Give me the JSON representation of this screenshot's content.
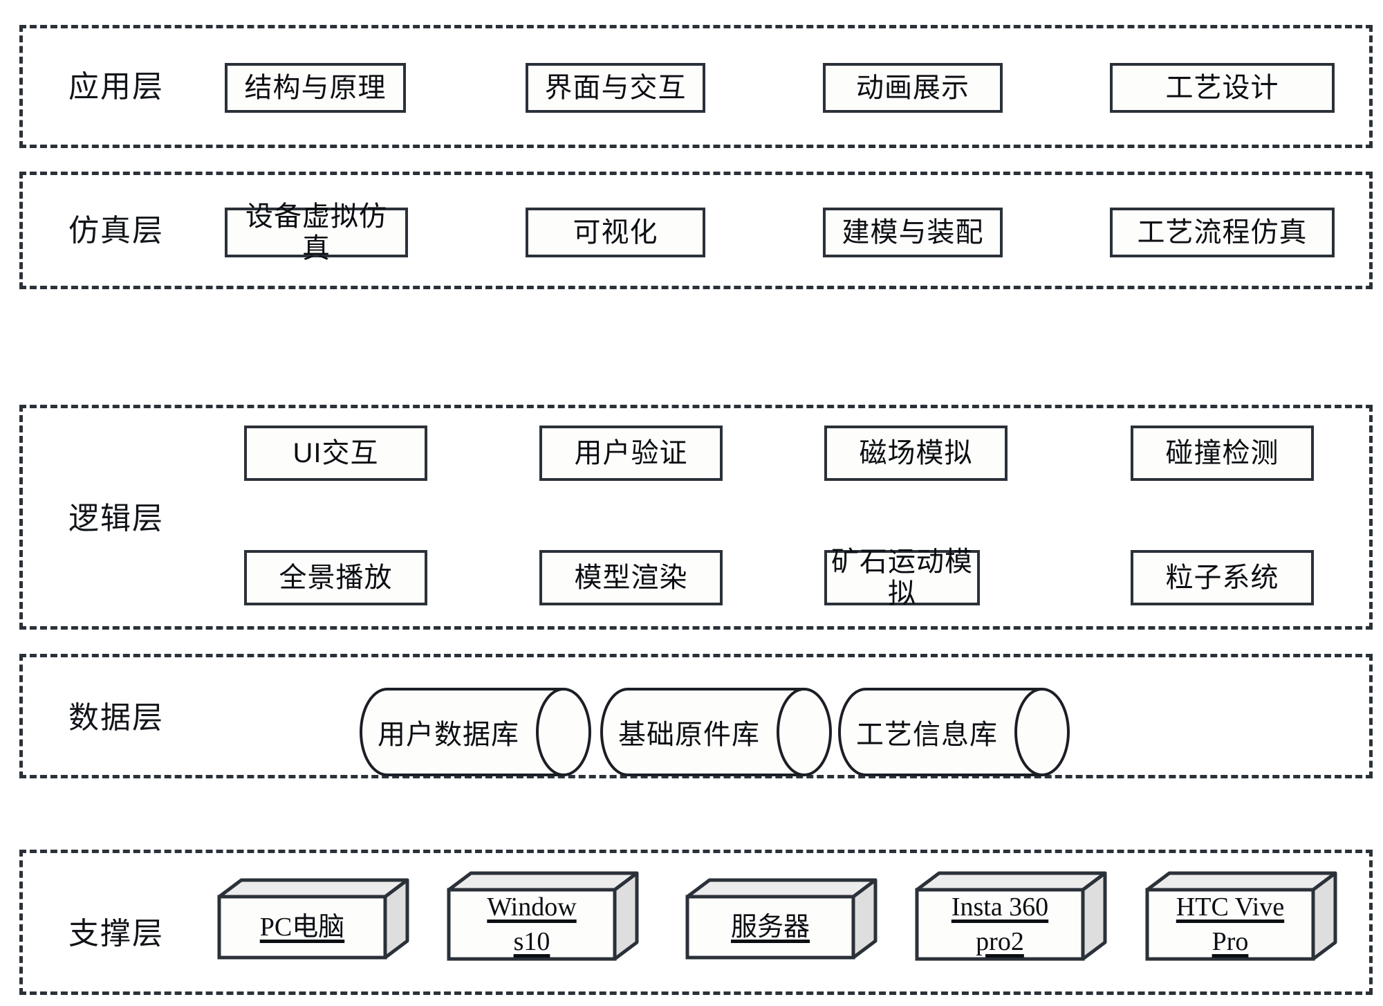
{
  "diagram": {
    "title": "系统分层架构图",
    "border_color": "#2b3139",
    "node_fill": "#fdfdfb",
    "cube_side_fill": "#e3e3e3",
    "cube_top_fill": "#ececec"
  },
  "layers": [
    {
      "id": "application",
      "label": "应用层",
      "nodes": [
        {
          "label": "结构与原理"
        },
        {
          "label": "界面与交互"
        },
        {
          "label": "动画展示"
        },
        {
          "label": "工艺设计"
        }
      ]
    },
    {
      "id": "simulation",
      "label": "仿真层",
      "nodes": [
        {
          "label": "设备虚拟仿真"
        },
        {
          "label": "可视化"
        },
        {
          "label": "建模与装配"
        },
        {
          "label": "工艺流程仿真"
        }
      ]
    },
    {
      "id": "logic",
      "label": "逻辑层",
      "row1": [
        {
          "label": "UI交互"
        },
        {
          "label": "用户验证"
        },
        {
          "label": "磁场模拟"
        },
        {
          "label": "碰撞检测"
        }
      ],
      "row2": [
        {
          "label": "全景播放"
        },
        {
          "label": "模型渲染"
        },
        {
          "label": "矿石运动模拟"
        },
        {
          "label": "粒子系统"
        }
      ]
    },
    {
      "id": "data",
      "label": "数据层",
      "nodes": [
        {
          "label": "用户数据库"
        },
        {
          "label": "基础原件库"
        },
        {
          "label": "工艺信息库"
        }
      ]
    },
    {
      "id": "support",
      "label": "支撑层",
      "nodes": [
        {
          "line1": "PC电脑",
          "line2": ""
        },
        {
          "line1": "Window",
          "line2": "s10"
        },
        {
          "line1": "服务器",
          "line2": ""
        },
        {
          "line1": "Insta 360",
          "line2": "pro2"
        },
        {
          "line1": "HTC Vive",
          "line2": "Pro"
        }
      ]
    }
  ]
}
